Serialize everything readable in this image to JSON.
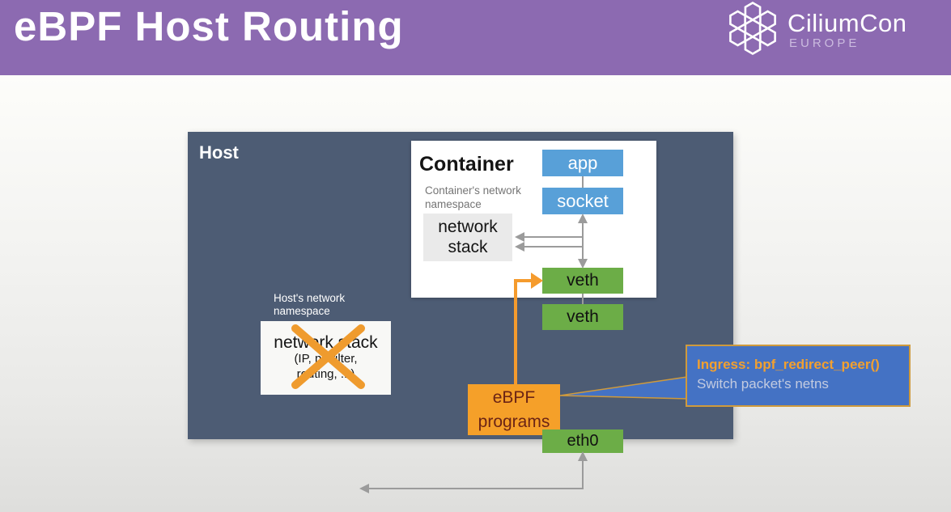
{
  "header": {
    "title": "eBPF Host Routing",
    "logo": {
      "brand": "CiliumCon",
      "region": "EUROPE"
    }
  },
  "diagram": {
    "host": {
      "title": "Host",
      "namespace_label": "Host's network namespace",
      "network_stack_title": "network stack",
      "network_stack_detail": "(IP, netfilter, routing, ...)"
    },
    "container": {
      "title": "Container",
      "namespace_label": "Container's network namespace",
      "network_stack_title": "network stack"
    },
    "nodes": {
      "app": "app",
      "socket": "socket",
      "veth_container": "veth",
      "veth_host": "veth",
      "ebpf_programs": "eBPF programs",
      "eth0": "eth0"
    },
    "callout": {
      "title": "Ingress: bpf_redirect_peer()",
      "subtitle": "Switch packet's netns"
    }
  },
  "colors": {
    "header_purple": "#8c6ab1",
    "host_bg": "#4d5c74",
    "node_blue": "#58a0d8",
    "node_green": "#6cad47",
    "node_orange": "#f5a029",
    "callout_blue": "#4472c4",
    "callout_border": "#cf9a3c",
    "accent_orange": "#f59b2d",
    "arrow_gray": "#9b9b9b"
  }
}
